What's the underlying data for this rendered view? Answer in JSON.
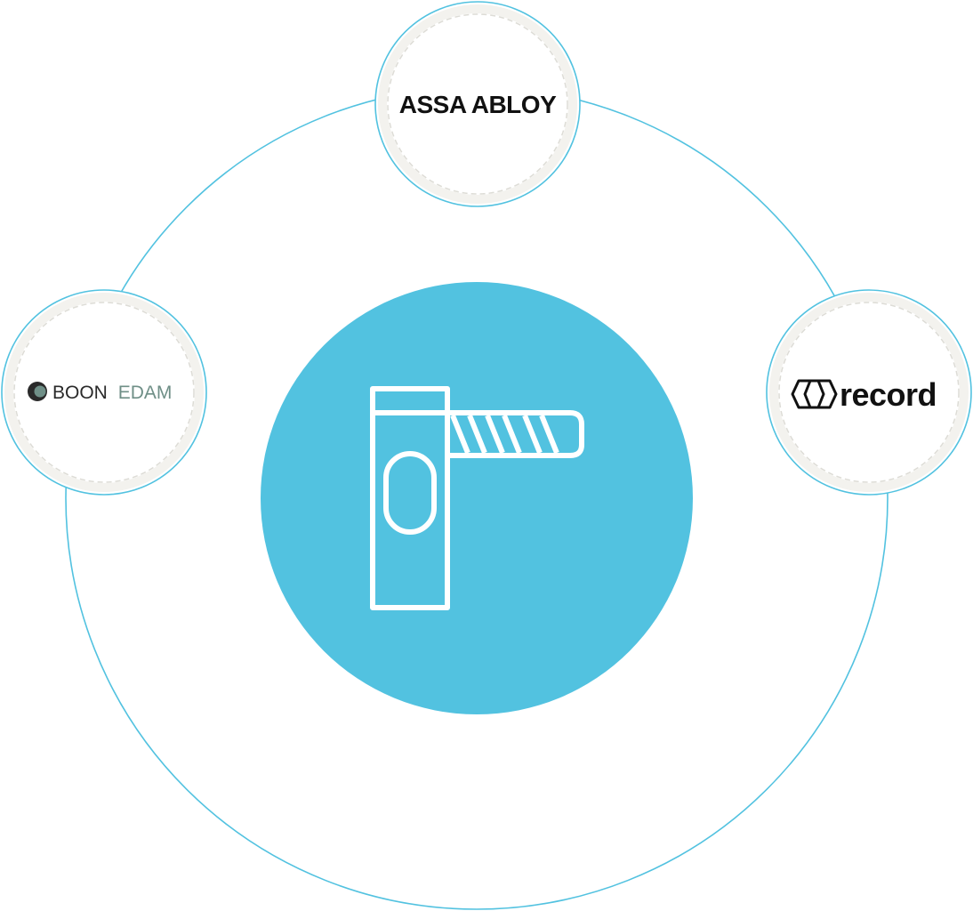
{
  "diagram": {
    "colors": {
      "accent": "#52c2e0",
      "node_fill": "#ffffff",
      "node_ring": "#f3f2ee",
      "node_dash": "#dddcd6",
      "logo_dark": "#111111",
      "boon_text": "#2a2a2a",
      "boon_accent": "#6f8f87",
      "center_icon": "#ffffff"
    },
    "center": {
      "icon": "barrier-gate-icon"
    },
    "nodes": [
      {
        "id": "assa-abloy",
        "label": "ASSA ABLOY",
        "icon": "assa-abloy-logo"
      },
      {
        "id": "boon-edam",
        "label_primary": "BOON",
        "label_secondary": "EDAM",
        "icon": "boon-edam-drop-icon"
      },
      {
        "id": "record",
        "label": "record",
        "icon": "record-hexagon-icon"
      }
    ]
  }
}
